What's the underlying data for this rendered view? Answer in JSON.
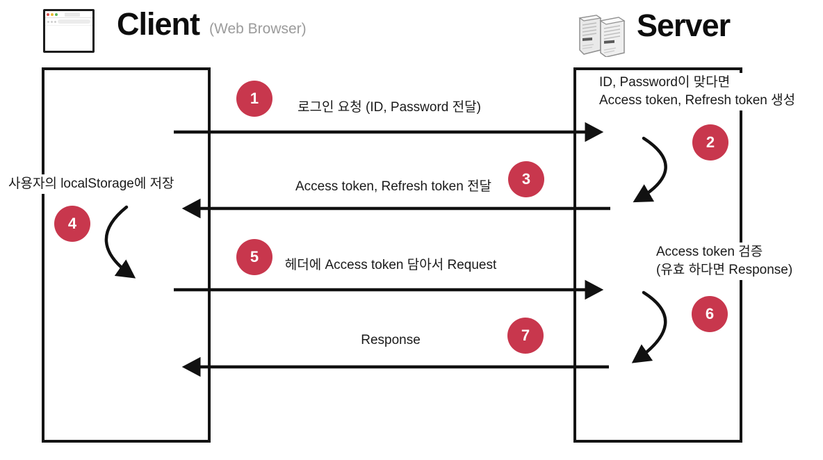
{
  "diagram": {
    "actors": {
      "client": {
        "title": "Client",
        "subtitle": "(Web Browser)"
      },
      "server": {
        "title": "Server"
      }
    },
    "steps": {
      "s1": {
        "badge": "1",
        "text": "로그인 요청 (ID, Password 전달)",
        "from": "client",
        "to": "server"
      },
      "s2": {
        "badge": "2",
        "line1": "ID, Password이 맞다면",
        "line2": "Access token, Refresh token 생성",
        "actor": "server"
      },
      "s3": {
        "badge": "3",
        "text": "Access token, Refresh token 전달",
        "from": "server",
        "to": "client"
      },
      "s4": {
        "badge": "4",
        "text": "사용자의 localStorage에 저장",
        "actor": "client"
      },
      "s5": {
        "badge": "5",
        "text": "헤더에 Access token 담아서 Request",
        "from": "client",
        "to": "server"
      },
      "s6": {
        "badge": "6",
        "line1": "Access token 검증",
        "line2": "(유효 하다면 Response)",
        "actor": "server"
      },
      "s7": {
        "badge": "7",
        "text": "Response",
        "from": "server",
        "to": "client"
      }
    },
    "colors": {
      "badge_red": "#C8374D",
      "stroke_black": "#111111",
      "subtitle_gray": "#9B9B9B"
    }
  }
}
